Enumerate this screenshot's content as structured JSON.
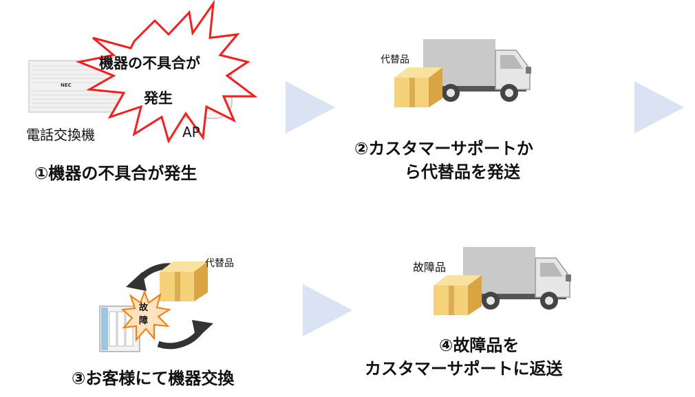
{
  "step1": {
    "burst_line1": "機器の不具合が",
    "burst_line2": "発生",
    "pbx_label": "電話交換機",
    "ap_label": "AP",
    "device_brand": "NEC",
    "title": "①機器の不具合が発生"
  },
  "step2": {
    "box_label": "代替品",
    "title_line1": "②カスタマーサポートか",
    "title_line2": "ら代替品を発送"
  },
  "step3": {
    "box_label": "代替品",
    "fault_line1": "故",
    "fault_line2": "障",
    "title": "③お客様にて機器交換"
  },
  "step4": {
    "box_label": "故障品",
    "title_line1": "④故障品を",
    "title_line2": "カスタマーサポートに返送"
  },
  "colors": {
    "arrow": "#dae3f3",
    "burst_fill": "#ffffff",
    "burst_stroke": "#ff0000",
    "cardboard": "#f5d27a",
    "cardboard_dark": "#d9a441",
    "truck_body": "#c9c9c9",
    "cab": "#e2e2e2"
  }
}
